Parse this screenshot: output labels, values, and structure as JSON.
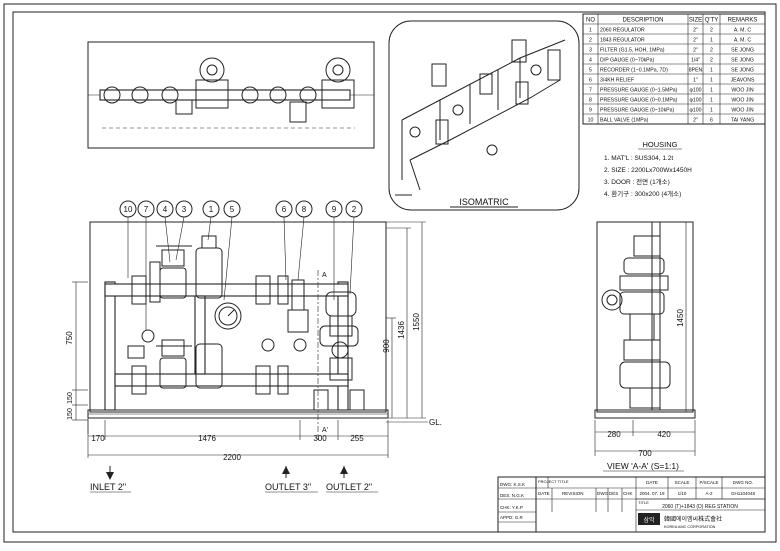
{
  "parts_table": {
    "headers": [
      "NO",
      "DESCRIPTION",
      "SIZE",
      "Q'TY",
      "REMARKS"
    ],
    "rows": [
      [
        "1",
        "2060 REGULATOR",
        "2\"",
        "2",
        "A. M. C"
      ],
      [
        "2",
        "1843 REGULATOR",
        "2\"",
        "1",
        "A. M. C"
      ],
      [
        "3",
        "FILTER (G1.5, HOH, 1MPa)",
        "2\"",
        "2",
        "SE JONG"
      ],
      [
        "4",
        "D/P GAUGE (0~70kPa)",
        "1/4\"",
        "2",
        "SE JONG"
      ],
      [
        "5",
        "RECORDER (1~0.1MPa, 7D)",
        "8PEN",
        "1",
        "SE JONG"
      ],
      [
        "6",
        "3/4KH RELIEF",
        "1\"",
        "1",
        "JEAVONS"
      ],
      [
        "7",
        "PRESSURE GAUGE (0~1.5MPa)",
        "φ100",
        "1",
        "WOO JIN"
      ],
      [
        "8",
        "PRESSURE GAUGE (0~0.1MPa)",
        "φ100",
        "1",
        "WOO JIN"
      ],
      [
        "9",
        "PRESSURE GAUGE (0~10kPa)",
        "φ100",
        "1",
        "WOO JIN"
      ],
      [
        "10",
        "BALL VALVE (1MPa)",
        "2\"",
        "6",
        "TAI YANG"
      ]
    ]
  },
  "housing": {
    "title": "HOUSING",
    "notes": [
      "1. MAT'L : SUS304, 1.2t",
      "2. SIZE : 2200Lx700Wx1450H",
      "3. DOOR : 전면 (1개소)",
      "4. 환기구 : 300x200 (4개소)"
    ]
  },
  "isometric_label": "ISOMATRIC",
  "front_view": {
    "balloons": [
      "10",
      "7",
      "4",
      "3",
      "1",
      "5",
      "6",
      "8",
      "9",
      "2"
    ],
    "dims_bottom": [
      "170",
      "1476",
      "300",
      "255"
    ],
    "total_width": "2200",
    "dims_left": [
      "750",
      "150",
      "150"
    ],
    "dims_right": [
      "900",
      "1436",
      "1550"
    ],
    "gl_label": "GL.",
    "section_mark": "A",
    "section_mark_prime": "A'"
  },
  "side_view": {
    "height_dim": "1450",
    "dims_bottom": [
      "280",
      "420"
    ],
    "total_width": "700",
    "caption": "VIEW 'A-A' (S=1:1)"
  },
  "labels": {
    "inlet": "INLET 2\"",
    "outlet3": "OUTLET 3\"",
    "outlet2": "OUTLET 2\""
  },
  "title_block": {
    "roles": [
      "DWG: K.S.K",
      "DES: N.G.K",
      "CHK: Y.K.P",
      "APPD: G.R"
    ],
    "project_title_label": "PROJECT TITLE",
    "rev_headers": [
      "DATE",
      "REVISION",
      "DWG",
      "DES",
      "CHK"
    ],
    "info_headers": [
      "DATE",
      "SCALE",
      "P/SCALE",
      "DWG NO."
    ],
    "info_values": [
      "2004. 07. 19",
      "1/10",
      "A-2",
      "GH1104048"
    ],
    "title_label": "TITLE",
    "drawing_title": "2060 (T)+1843 (D) REG STATION",
    "logo_text": "삼익",
    "company": "韓國에이엠씨株式會社",
    "company_en": "KOREA AMC CORPORATION"
  }
}
